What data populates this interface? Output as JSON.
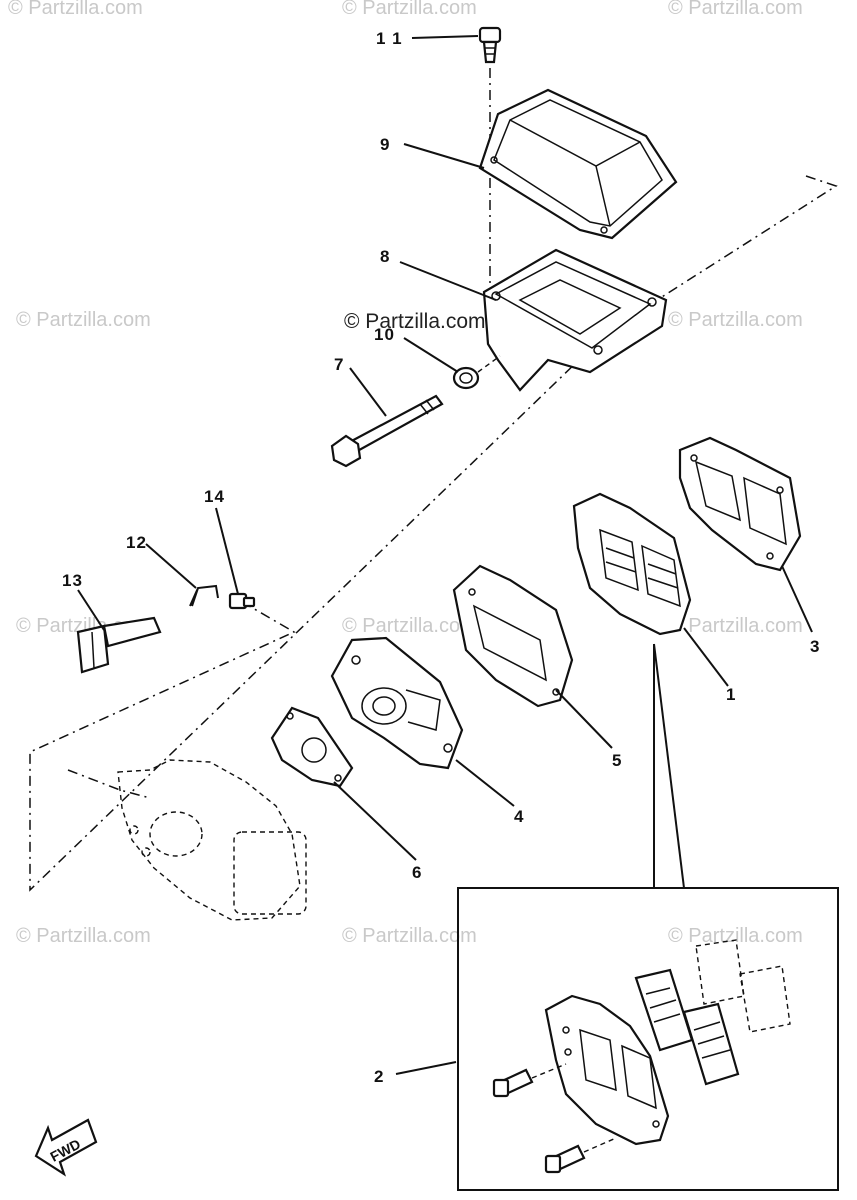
{
  "watermark": "© Partzilla.com",
  "callouts": {
    "p1": "1",
    "p2": "2",
    "p3": "3",
    "p4": "4",
    "p5": "5",
    "p6": "6",
    "p7": "7",
    "p8": "8",
    "p9": "9",
    "p10": "10",
    "p11": "1 1",
    "p12": "12",
    "p13": "13",
    "p14": "14"
  },
  "direction_badge": "FWD"
}
